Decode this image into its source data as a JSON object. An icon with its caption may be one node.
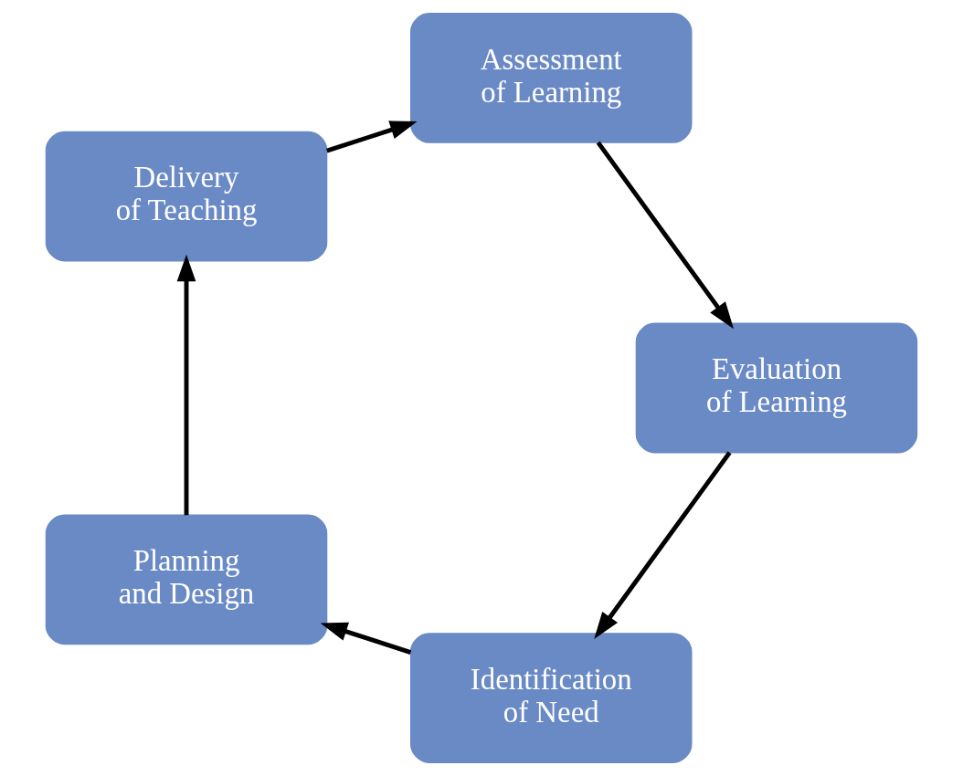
{
  "diagram": {
    "nodes": [
      {
        "text": [
          "Identification of Need"
        ]
      },
      {
        "text": [
          "Planning and Design"
        ]
      },
      {
        "text": [
          "Delivery of Teaching"
        ]
      },
      {
        "text": [
          "Assessment of Learning"
        ]
      },
      {
        "text": [
          "Evaluation of Learning"
        ]
      }
    ],
    "edges": [
      {
        "from": 0,
        "to": 1,
        "arrow": "to"
      },
      {
        "from": 1,
        "to": 2,
        "arrow": "to"
      },
      {
        "from": 2,
        "to": 3,
        "arrow": "to"
      },
      {
        "from": 3,
        "to": 4,
        "arrow": "to"
      },
      {
        "from": 4,
        "to": 0,
        "arrow": "to"
      }
    ]
  }
}
